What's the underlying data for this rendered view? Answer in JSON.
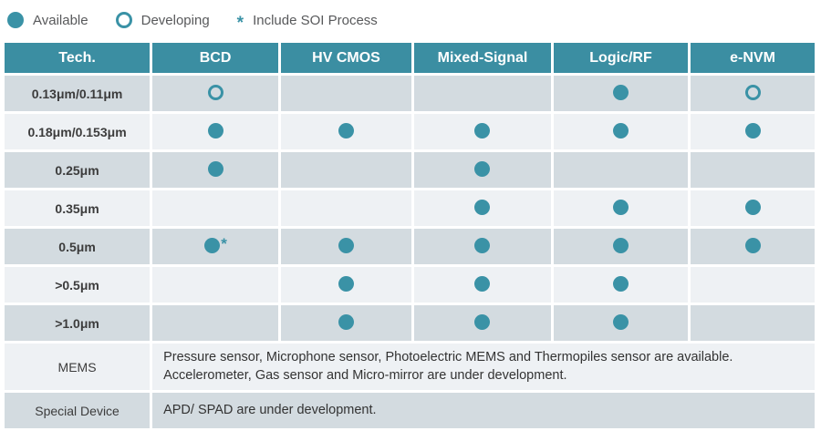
{
  "legend": {
    "available_label": "Available",
    "developing_label": "Developing",
    "soi_marker": "*",
    "soi_label": "Include SOI Process"
  },
  "colors": {
    "header_teal": "#3b8ea2",
    "circle_teal": "#3a92a6",
    "row_dark": "#d3dbe0",
    "row_light": "#eef1f4",
    "legend_text": "#58595b"
  },
  "table": {
    "headers": [
      "Tech.",
      "BCD",
      "HV CMOS",
      "Mixed-Signal",
      "Logic/RF",
      "e-NVM"
    ],
    "rows": [
      {
        "tech": "0.13μm/0.11μm",
        "cells": [
          "developing",
          "",
          "",
          "available",
          "developing"
        ]
      },
      {
        "tech": "0.18μm/0.153μm",
        "cells": [
          "available",
          "available",
          "available",
          "available",
          "available"
        ]
      },
      {
        "tech": "0.25μm",
        "cells": [
          "available",
          "",
          "available",
          "",
          ""
        ]
      },
      {
        "tech": "0.35μm",
        "cells": [
          "",
          "",
          "available",
          "available",
          "available"
        ]
      },
      {
        "tech": "0.5μm",
        "cells": [
          "available*",
          "available",
          "available",
          "available",
          "available"
        ]
      },
      {
        "tech": ">0.5μm",
        "cells": [
          "",
          "available",
          "available",
          "available",
          ""
        ]
      },
      {
        "tech": ">1.0μm",
        "cells": [
          "",
          "available",
          "available",
          "available",
          ""
        ]
      }
    ],
    "mems": {
      "tech": "MEMS",
      "line1": "Pressure sensor, Microphone sensor, Photoelectric MEMS and Thermopiles sensor are available.",
      "line2": "Accelerometer, Gas sensor and Micro-mirror are under development."
    },
    "special": {
      "tech": "Special Device",
      "text": "APD/ SPAD are under development."
    }
  }
}
